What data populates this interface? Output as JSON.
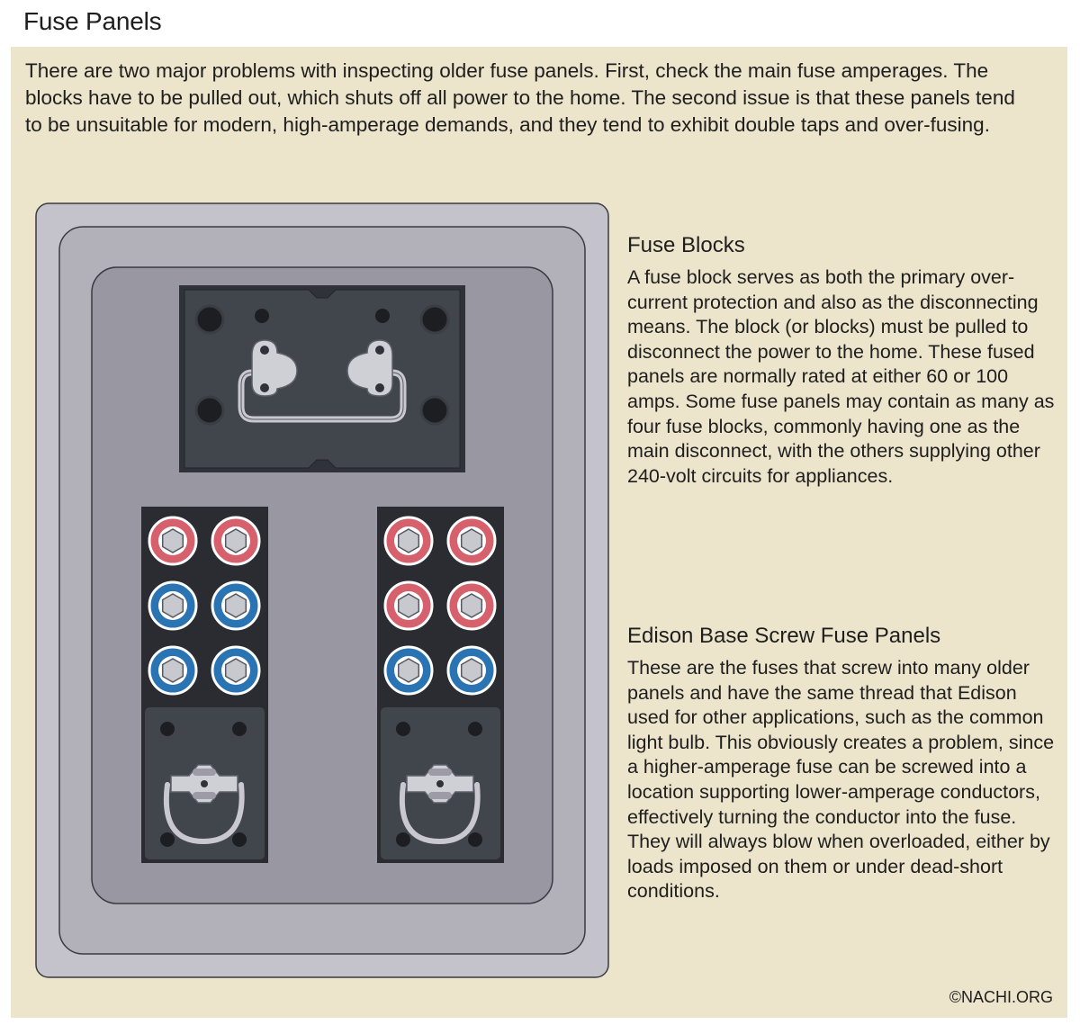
{
  "title": "Fuse Panels",
  "intro": "There are two major problems with inspecting older fuse panels. First, check the main fuse amperages. The blocks have to be pulled out, which shuts off all power to the home. The second issue is that these panels tend to be unsuitable for modern, high-amperage demands, and they tend to exhibit double taps and over-fusing.",
  "sections": [
    {
      "heading": "Fuse Blocks",
      "body": "A fuse block serves as both the primary over-current protection and also as the disconnecting means. The block (or blocks) must be pulled to disconnect the power to the home. These fused panels are normally rated at either 60 or 100 amps. Some fuse panels may contain as many as four fuse blocks, commonly having one as the main disconnect, with the others supplying other 240-volt circuits for appliances."
    },
    {
      "heading": "Edison Base Screw Fuse Panels",
      "body": "These are the fuses that screw into many older panels and have the same thread that Edison used for other applications, such as the common light bulb. This obviously creates a problem, since a higher-amperage fuse can be screwed into a location supporting lower-amperage conductors, effectively turning the conductor into the fuse. They will always blow when overloaded, either by loads imposed on them or under dead-short conditions."
    }
  ],
  "credit": "©NACHI.ORG",
  "colors": {
    "background": "#ece4cb",
    "fuse_red": "#d6606c",
    "fuse_blue": "#2a74b4",
    "block_dark": "#2f3238",
    "panel_gray": "#c4c3cb"
  },
  "fuse_columns": [
    [
      "red",
      "red",
      "blue",
      "blue",
      "blue",
      "blue"
    ],
    [
      "red",
      "red",
      "red",
      "red",
      "blue",
      "blue"
    ]
  ]
}
